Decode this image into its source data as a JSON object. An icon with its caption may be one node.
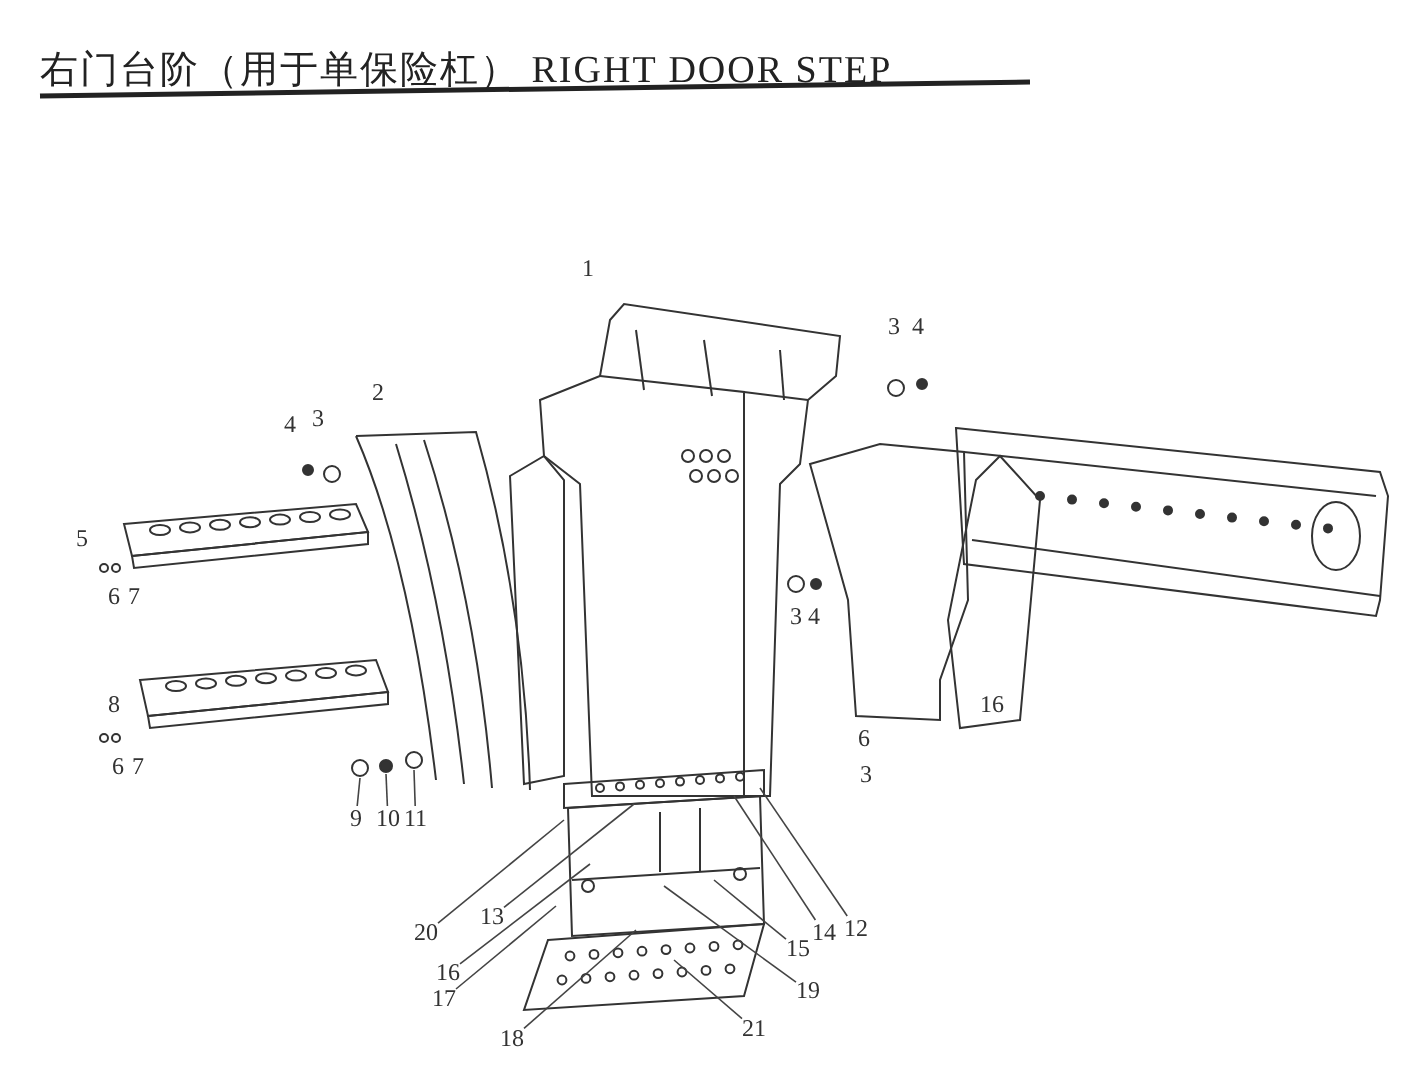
{
  "diagram": {
    "title": "右门台阶（用于单保险杠） RIGHT DOOR STEP",
    "nodes": [
      {
        "text": [
          "9"
        ]
      },
      {
        "text": [
          "10"
        ]
      },
      {
        "text": [
          "11"
        ]
      },
      {
        "text": [
          "20"
        ]
      },
      {
        "text": [
          "13"
        ]
      },
      {
        "text": [
          "14"
        ]
      },
      {
        "text": [
          "12"
        ]
      },
      {
        "text": [
          "15"
        ]
      },
      {
        "text": [
          "16"
        ]
      },
      {
        "text": [
          "19"
        ]
      },
      {
        "text": [
          "17"
        ]
      },
      {
        "text": [
          "21"
        ]
      },
      {
        "text": [
          "18"
        ]
      }
    ],
    "edges": [
      {
        "from": 0,
        "to": null,
        "arrow": "none"
      },
      {
        "from": 1,
        "to": null,
        "arrow": "none"
      },
      {
        "from": 2,
        "to": null,
        "arrow": "none"
      },
      {
        "from": 3,
        "to": null,
        "arrow": "none"
      },
      {
        "from": 4,
        "to": null,
        "arrow": "none"
      },
      {
        "from": 5,
        "to": null,
        "arrow": "none"
      },
      {
        "from": 6,
        "to": null,
        "arrow": "none"
      },
      {
        "from": 7,
        "to": null,
        "arrow": "none"
      },
      {
        "from": 8,
        "to": null,
        "arrow": "none"
      },
      {
        "from": 9,
        "to": null,
        "arrow": "none"
      },
      {
        "from": 10,
        "to": null,
        "arrow": "none"
      },
      {
        "from": 11,
        "to": null,
        "arrow": "none"
      },
      {
        "from": 12,
        "to": null,
        "arrow": "none"
      }
    ],
    "labels": [
      "1",
      "3",
      "4",
      "2",
      "4",
      "3",
      "5",
      "6",
      "7",
      "3",
      "4",
      "8",
      "16",
      "6",
      "6",
      "7",
      "3"
    ]
  }
}
